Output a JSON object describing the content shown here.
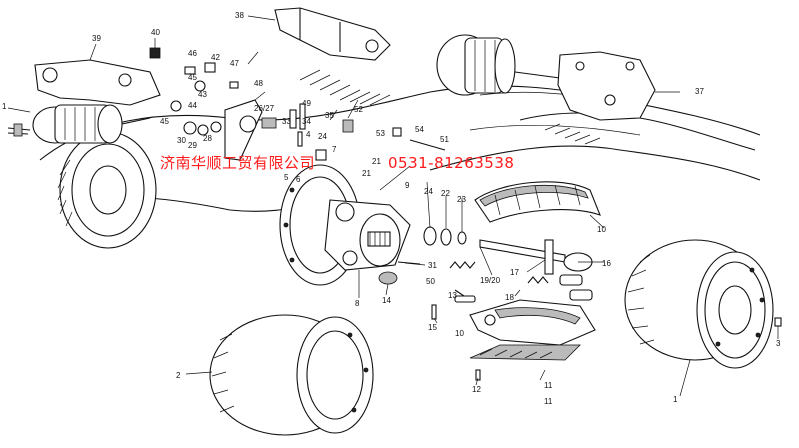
{
  "watermark": {
    "company": "济南华顺工贸有限公司",
    "phone": "0531-81263538",
    "color": "#ff1a1a"
  },
  "callouts": [
    {
      "id": "c1a",
      "text": "1"
    },
    {
      "id": "c1b",
      "text": "1"
    },
    {
      "id": "c2",
      "text": "2"
    },
    {
      "id": "c3",
      "text": "3"
    },
    {
      "id": "c4",
      "text": "4"
    },
    {
      "id": "c5",
      "text": "5"
    },
    {
      "id": "c6",
      "text": "6"
    },
    {
      "id": "c7",
      "text": "7"
    },
    {
      "id": "c8",
      "text": "8"
    },
    {
      "id": "c9",
      "text": "9"
    },
    {
      "id": "c10a",
      "text": "10"
    },
    {
      "id": "c10b",
      "text": "10"
    },
    {
      "id": "c11a",
      "text": "11"
    },
    {
      "id": "c11b",
      "text": "11"
    },
    {
      "id": "c12",
      "text": "12"
    },
    {
      "id": "c13",
      "text": "13"
    },
    {
      "id": "c14",
      "text": "14"
    },
    {
      "id": "c15",
      "text": "15"
    },
    {
      "id": "c16",
      "text": "16"
    },
    {
      "id": "c17",
      "text": "17"
    },
    {
      "id": "c18",
      "text": "18"
    },
    {
      "id": "c1920",
      "text": "19/20"
    },
    {
      "id": "c21a",
      "text": "21"
    },
    {
      "id": "c21b",
      "text": "21"
    },
    {
      "id": "c22",
      "text": "22"
    },
    {
      "id": "c23",
      "text": "23"
    },
    {
      "id": "c24a",
      "text": "24"
    },
    {
      "id": "c24b",
      "text": "24"
    },
    {
      "id": "c2627",
      "text": "26/27"
    },
    {
      "id": "c28",
      "text": "28"
    },
    {
      "id": "c29",
      "text": "29"
    },
    {
      "id": "c30",
      "text": "30"
    },
    {
      "id": "c31",
      "text": "31"
    },
    {
      "id": "c33",
      "text": "33"
    },
    {
      "id": "c34",
      "text": "34"
    },
    {
      "id": "c35",
      "text": "35"
    },
    {
      "id": "c37",
      "text": "37"
    },
    {
      "id": "c38",
      "text": "38"
    },
    {
      "id": "c39",
      "text": "39"
    },
    {
      "id": "c40",
      "text": "40"
    },
    {
      "id": "c42",
      "text": "42"
    },
    {
      "id": "c43",
      "text": "43"
    },
    {
      "id": "c44",
      "text": "44"
    },
    {
      "id": "c45a",
      "text": "45"
    },
    {
      "id": "c45b",
      "text": "45"
    },
    {
      "id": "c46",
      "text": "46"
    },
    {
      "id": "c47",
      "text": "47"
    },
    {
      "id": "c48",
      "text": "48"
    },
    {
      "id": "c49",
      "text": "49"
    },
    {
      "id": "c50",
      "text": "50"
    },
    {
      "id": "c51",
      "text": "51"
    },
    {
      "id": "c52",
      "text": "52"
    },
    {
      "id": "c53",
      "text": "53"
    },
    {
      "id": "c54",
      "text": "54"
    }
  ]
}
